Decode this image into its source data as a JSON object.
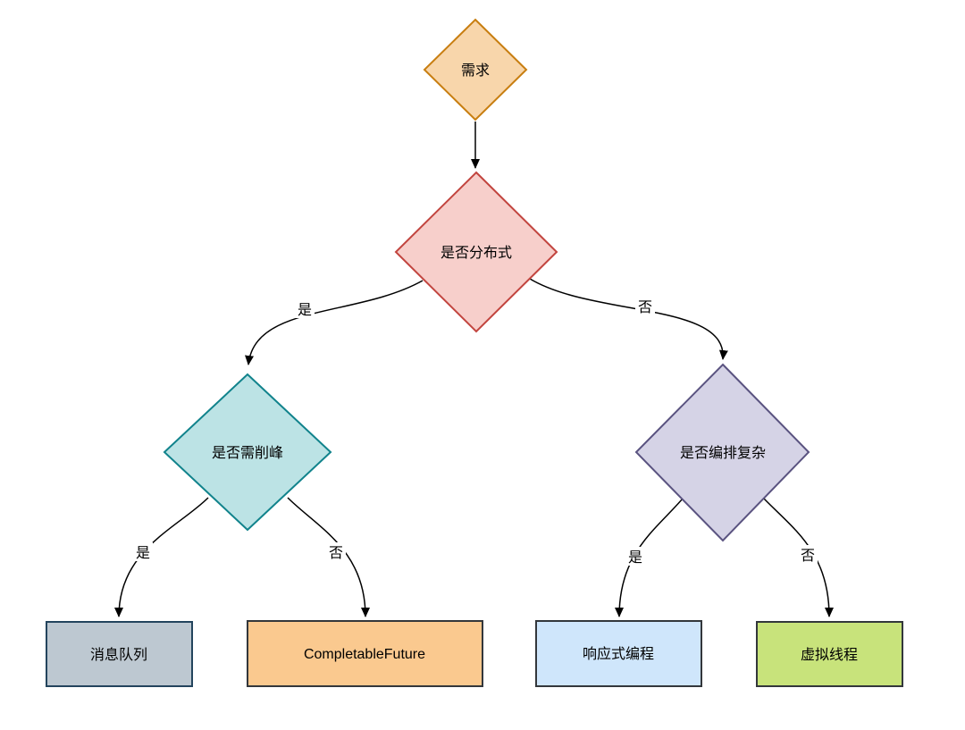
{
  "diagram": {
    "background": "#ffffff",
    "edge_color": "#000000",
    "text_color": "#000000"
  },
  "nodes": {
    "root": {
      "label": "需求",
      "type": "decision-diamond",
      "fill": "#F8D6AB",
      "stroke": "#C87E10"
    },
    "q_distributed": {
      "label": "是否分布式",
      "type": "decision-diamond",
      "fill": "#F7CFCB",
      "stroke": "#C2453F"
    },
    "q_peak_shaving": {
      "label": "是否需削峰",
      "type": "decision-diamond",
      "fill": "#BCE3E5",
      "stroke": "#11838C"
    },
    "q_orchestration": {
      "label": "是否编排复杂",
      "type": "decision-diamond",
      "fill": "#D5D3E6",
      "stroke": "#5A5380"
    },
    "message_queue": {
      "label": "消息队列",
      "type": "result-box",
      "fill": "#BDC8D1",
      "stroke": "#23445D"
    },
    "completable_future": {
      "label": "CompletableFuture",
      "type": "result-box",
      "fill": "#FAC98F",
      "stroke": "#33373B"
    },
    "reactive_programming": {
      "label": "响应式编程",
      "type": "result-box",
      "fill": "#CFE6FB",
      "stroke": "#33373B"
    },
    "virtual_threads": {
      "label": "虚拟线程",
      "type": "result-box",
      "fill": "#C8E37B",
      "stroke": "#33373B"
    }
  },
  "edges": {
    "root_to_distributed": {
      "label": ""
    },
    "distributed_yes": {
      "label": "是"
    },
    "distributed_no": {
      "label": "否"
    },
    "peak_yes": {
      "label": "是"
    },
    "peak_no": {
      "label": "否"
    },
    "orchestration_yes": {
      "label": "是"
    },
    "orchestration_no": {
      "label": "否"
    }
  }
}
